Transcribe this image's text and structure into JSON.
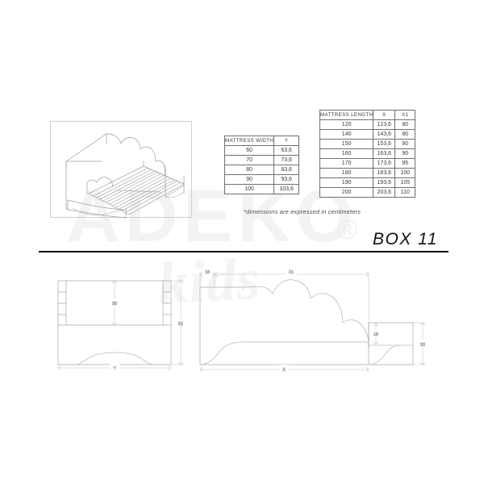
{
  "sheet": {
    "title": "BOX 11",
    "footnote": "*dimensions are expressed in centimeters",
    "watermark": {
      "brand": "ADEKO",
      "sub": "kids",
      "registered": "®"
    }
  },
  "tables": [
    {
      "id": "mattress-width",
      "headers": [
        "MATTRESS WIDTH",
        "Y"
      ],
      "rows": [
        [
          "60",
          "63,6"
        ],
        [
          "70",
          "73,6"
        ],
        [
          "80",
          "83,6"
        ],
        [
          "90",
          "93,6"
        ],
        [
          "100",
          "103,6"
        ]
      ]
    },
    {
      "id": "mattress-length",
      "headers": [
        "MATTRESS LENGTH",
        "X",
        "X1"
      ],
      "rows": [
        [
          "120",
          "123,6",
          "80"
        ],
        [
          "140",
          "143,6",
          "80"
        ],
        [
          "150",
          "153,6",
          "90"
        ],
        [
          "160",
          "163,6",
          "90"
        ],
        [
          "170",
          "173,6",
          "95"
        ],
        [
          "180",
          "183,6",
          "100"
        ],
        [
          "190",
          "193,6",
          "105"
        ],
        [
          "200",
          "203,6",
          "110"
        ]
      ]
    }
  ],
  "dimension_labels": {
    "front_inner_height": "30",
    "front_total_height": "52",
    "front_width": "Y",
    "side_offset": "18",
    "side_headboard": "X1",
    "side_length": "X",
    "side_board_height": "16",
    "end_height": "30"
  },
  "views": [
    {
      "id": "isometric-view",
      "label": "isometric"
    },
    {
      "id": "front-elevation",
      "label": "front elevation"
    },
    {
      "id": "side-elevation",
      "label": "side elevation"
    },
    {
      "id": "end-detail",
      "label": "end detail"
    }
  ],
  "colors": {
    "line": "#9a9a9a",
    "dim_line": "#b0b0b0",
    "table_border": "#6f6f6f",
    "text": "#3a3a3a",
    "title": "#111111",
    "watermark": "#f2f2f2"
  }
}
